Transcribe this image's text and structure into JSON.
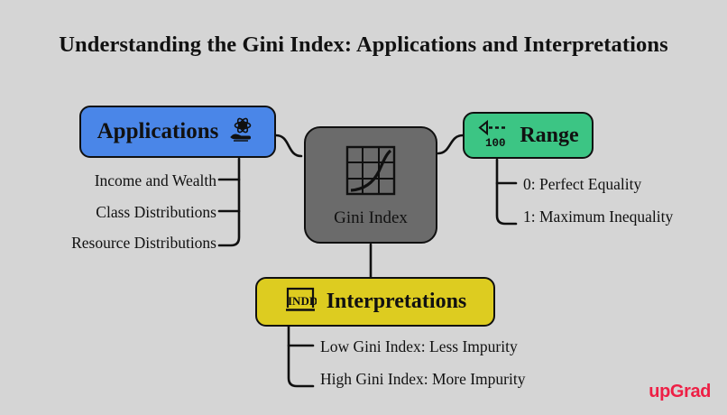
{
  "page": {
    "title": "Understanding the Gini Index: Applications and Interpretations",
    "background_color": "#d5d5d5",
    "brand": "upGrad",
    "brand_color": "#ee1f45"
  },
  "center_node": {
    "caption": "Gini Index",
    "icon": "lorenz-curve-chart-icon",
    "color": "#6b6b6b"
  },
  "branches": [
    {
      "id": "applications",
      "label": "Applications",
      "icon": "atom-in-hand-icon",
      "color": "#4a86e8",
      "side": "left",
      "leaves": [
        "Income and Wealth",
        "Class Distributions",
        "Resource Distributions"
      ]
    },
    {
      "id": "range",
      "label": "Range",
      "icon": "measure-range-100-icon",
      "icon_text": "100",
      "color": "#3cc584",
      "side": "right",
      "leaves": [
        "0: Perfect Equality",
        "1: Maximum Inequality"
      ]
    },
    {
      "id": "interpretations",
      "label": "Interpretations",
      "icon": "indd-document-icon",
      "icon_text": "INDD",
      "color": "#ddcc20",
      "side": "bottom",
      "leaves": [
        "Low Gini Index: Less Impurity",
        "High Gini Index: More Impurity"
      ]
    }
  ]
}
